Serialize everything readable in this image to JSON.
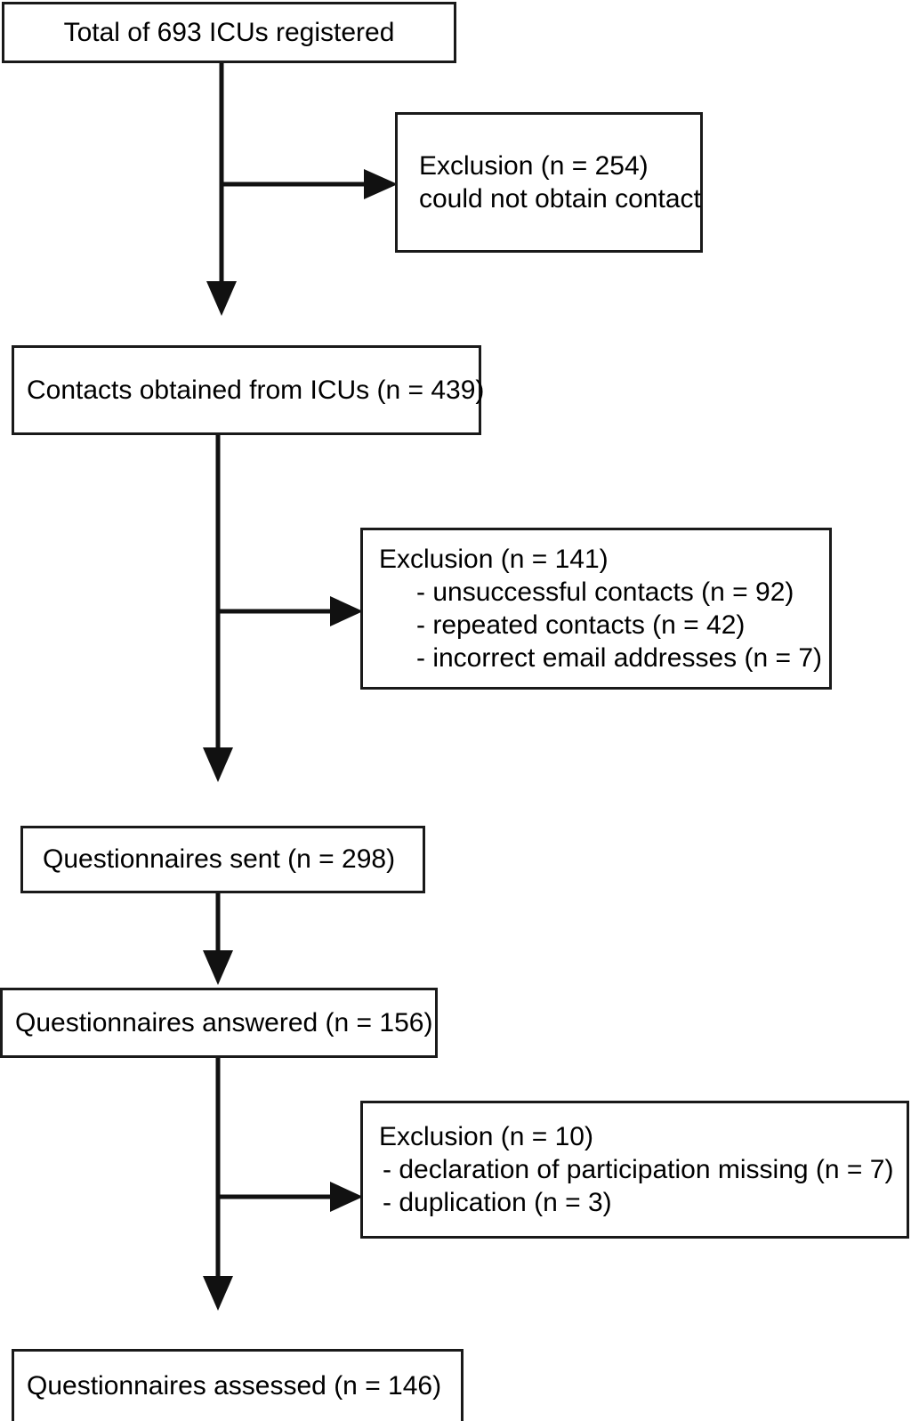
{
  "diagram": {
    "title": "Study flow diagram of ICU questionnaire enrolment",
    "type": "flowchart",
    "orientation": "top-to-bottom",
    "stroke_color": "#111111",
    "box_border_color": "#1a1a1a",
    "background_color": "#ffffff",
    "text_color": "#000000"
  },
  "nodes": {
    "registered": {
      "label": "Total of 693 ICUs registered",
      "count": 693
    },
    "exclusion_1": {
      "line1": "Exclusion (n = 254)",
      "line2": "could not obtain contact",
      "count": 254
    },
    "contacts_obtained": {
      "label": "Contacts obtained from ICUs (n = 439)",
      "count": 439
    },
    "exclusion_2": {
      "header": "Exclusion (n = 141)",
      "count": 141,
      "items": [
        "- unsuccessful contacts (n = 92)",
        "- repeated contacts (n = 42)",
        "- incorrect email addresses (n = 7)"
      ]
    },
    "questionnaires_sent": {
      "label": "Questionnaires sent (n = 298)",
      "count": 298
    },
    "questionnaires_answered": {
      "label": "Questionnaires answered (n = 156)",
      "count": 156
    },
    "exclusion_3": {
      "header": "Exclusion (n = 10)",
      "count": 10,
      "items": [
        "- declaration of participation missing (n = 7)",
        "- duplication (n = 3)"
      ]
    },
    "questionnaires_assessed": {
      "label": "Questionnaires assessed (n = 146)",
      "count": 146
    }
  },
  "chart_data": {
    "type": "flowchart",
    "title": "Study flow diagram",
    "stages": [
      {
        "id": "registered",
        "label": "Total of 693 ICUs registered",
        "n": 693
      },
      {
        "id": "contacts_obtained",
        "label": "Contacts obtained from ICUs (n = 439)",
        "n": 439
      },
      {
        "id": "questionnaires_sent",
        "label": "Questionnaires sent (n = 298)",
        "n": 298
      },
      {
        "id": "questionnaires_answered",
        "label": "Questionnaires answered (n = 156)",
        "n": 156
      },
      {
        "id": "questionnaires_assessed",
        "label": "Questionnaires assessed (n = 146)",
        "n": 146
      }
    ],
    "exclusions": [
      {
        "id": "exclusion_1",
        "after": "registered",
        "n": 254,
        "reasons": [
          {
            "text": "could not obtain contact",
            "n": 254
          }
        ]
      },
      {
        "id": "exclusion_2",
        "after": "contacts_obtained",
        "n": 141,
        "reasons": [
          {
            "text": "unsuccessful contacts",
            "n": 92
          },
          {
            "text": "repeated contacts",
            "n": 42
          },
          {
            "text": "incorrect email addresses",
            "n": 7
          }
        ]
      },
      {
        "id": "exclusion_3",
        "after": "questionnaires_answered",
        "n": 10,
        "reasons": [
          {
            "text": "declaration of participation missing",
            "n": 7
          },
          {
            "text": "duplication",
            "n": 3
          }
        ]
      }
    ],
    "edges": [
      {
        "from": "registered",
        "to": "exclusion_1",
        "direction": "right"
      },
      {
        "from": "registered",
        "to": "contacts_obtained",
        "direction": "down"
      },
      {
        "from": "contacts_obtained",
        "to": "exclusion_2",
        "direction": "right"
      },
      {
        "from": "contacts_obtained",
        "to": "questionnaires_sent",
        "direction": "down"
      },
      {
        "from": "questionnaires_sent",
        "to": "questionnaires_answered",
        "direction": "down"
      },
      {
        "from": "questionnaires_answered",
        "to": "exclusion_3",
        "direction": "right"
      },
      {
        "from": "questionnaires_answered",
        "to": "questionnaires_assessed",
        "direction": "down"
      }
    ]
  }
}
